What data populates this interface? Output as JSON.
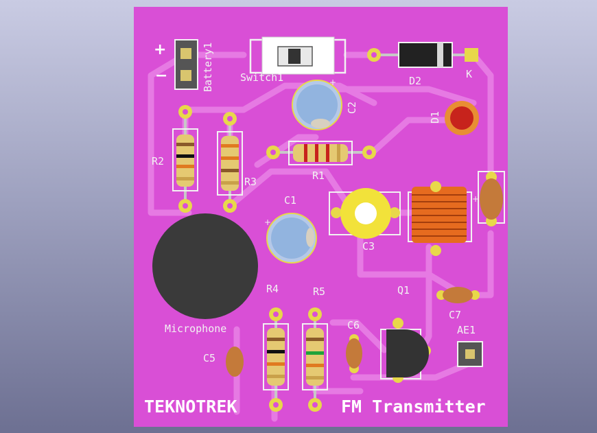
{
  "board": {
    "colors": {
      "background_top": "#c9cbe3",
      "background_bottom": "#6d7092",
      "pcb": "#d94fd6",
      "trace": "#e67ae3",
      "silkscreen": "#f2f2f2",
      "pad": "#e8d84a"
    },
    "title_left": "TEKNOTREK",
    "title_right": "FM Transmitter"
  },
  "labels": {
    "battery": "Battery1",
    "battery_plus": "+",
    "battery_minus": "−",
    "switch": "Switch1",
    "diode": "D2",
    "diode_k": "K",
    "c2": "C2",
    "d1": "D1",
    "r2": "R2",
    "r3": "R3",
    "r1": "R1",
    "c1": "C1",
    "c1_plus": "+",
    "c2_plus": "+",
    "c3": "C3",
    "l_plus": "+",
    "microphone": "Microphone",
    "r4": "R4",
    "r5": "R5",
    "q1": "Q1",
    "c7": "C7",
    "c6": "C6",
    "ae1": "AE1",
    "c5": "C5"
  }
}
